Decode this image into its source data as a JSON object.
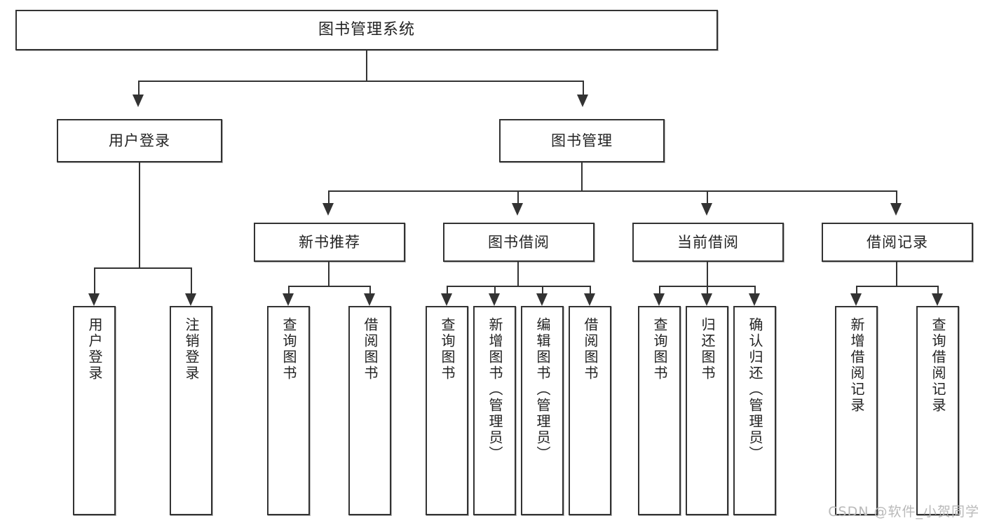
{
  "diagram": {
    "title": "图书管理系统",
    "type": "tree-hierarchy",
    "root": {
      "label": "图书管理系统"
    },
    "level2": [
      {
        "label": "用户登录"
      },
      {
        "label": "图书管理"
      }
    ],
    "level3": [
      {
        "label": "新书推荐"
      },
      {
        "label": "图书借阅"
      },
      {
        "label": "当前借阅"
      },
      {
        "label": "借阅记录"
      }
    ],
    "leaves": {
      "user_login": [
        {
          "label": "用户登录"
        },
        {
          "label": "注销登录"
        }
      ],
      "new_book_recommend": [
        {
          "label": "查询图书"
        },
        {
          "label": "借阅图书"
        }
      ],
      "book_borrow": [
        {
          "label": "查询图书"
        },
        {
          "label": "新增图书（管理员）"
        },
        {
          "label": "编辑图书（管理员）"
        },
        {
          "label": "借阅图书"
        }
      ],
      "current_borrow": [
        {
          "label": "查询图书"
        },
        {
          "label": "归还图书"
        },
        {
          "label": "确认归还（管理员）"
        }
      ],
      "borrow_record": [
        {
          "label": "新增借阅记录"
        },
        {
          "label": "查询借阅记录"
        }
      ]
    }
  },
  "watermark": {
    "text": "CSDN @软件_小贺同学"
  },
  "colors": {
    "stroke": "#333333",
    "fill": "#ffffff",
    "text": "#232323",
    "watermark": "#b9b9b9"
  }
}
